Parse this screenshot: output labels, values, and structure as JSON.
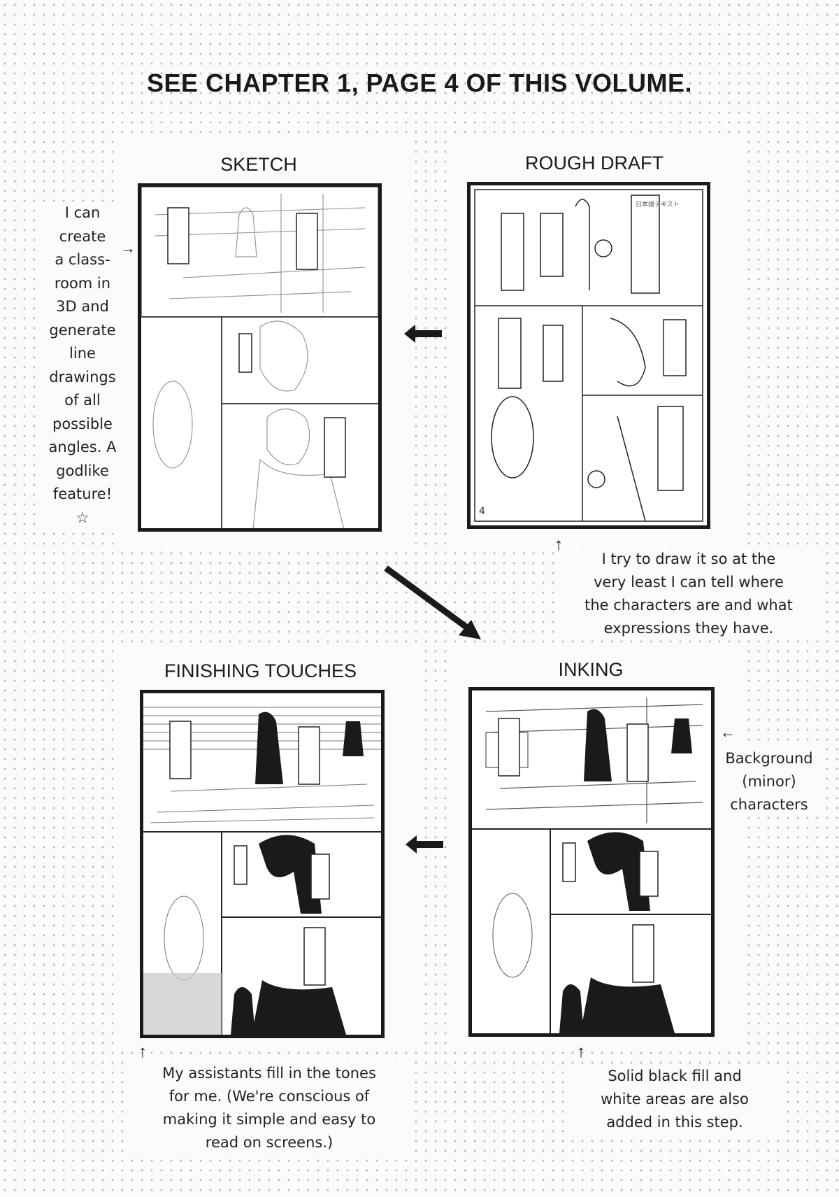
{
  "title": "SEE CHAPTER 1, PAGE 4 OF THIS VOLUME.",
  "stages": {
    "sketch": "SKETCH",
    "rough_draft": "ROUGH DRAFT",
    "finishing": "FINISHING TOUCHES",
    "inking": "INKING"
  },
  "notes": {
    "sketch_side": [
      "I can",
      "create",
      "a class-",
      "room in",
      "3D and",
      "generate",
      "line",
      "drawings",
      "of all",
      "possible",
      "angles. A",
      "godlike",
      "feature!",
      "☆"
    ],
    "rough": [
      "I try to draw it so at the",
      "very least I can tell where",
      "the characters are and what",
      "expressions they have."
    ],
    "inking_side": [
      "Background",
      "(minor)",
      "characters"
    ],
    "finishing": [
      "My assistants fill in the tones",
      "for me. (We're conscious of",
      "making it simple and easy to",
      "read on screens.)"
    ],
    "inking": [
      "Solid black fill and",
      "white areas are also",
      "added in this step."
    ]
  },
  "rough_page_number": "4",
  "icons": [
    "left-arrow-icon",
    "down-right-arrow-icon",
    "up-arrow-icon"
  ]
}
